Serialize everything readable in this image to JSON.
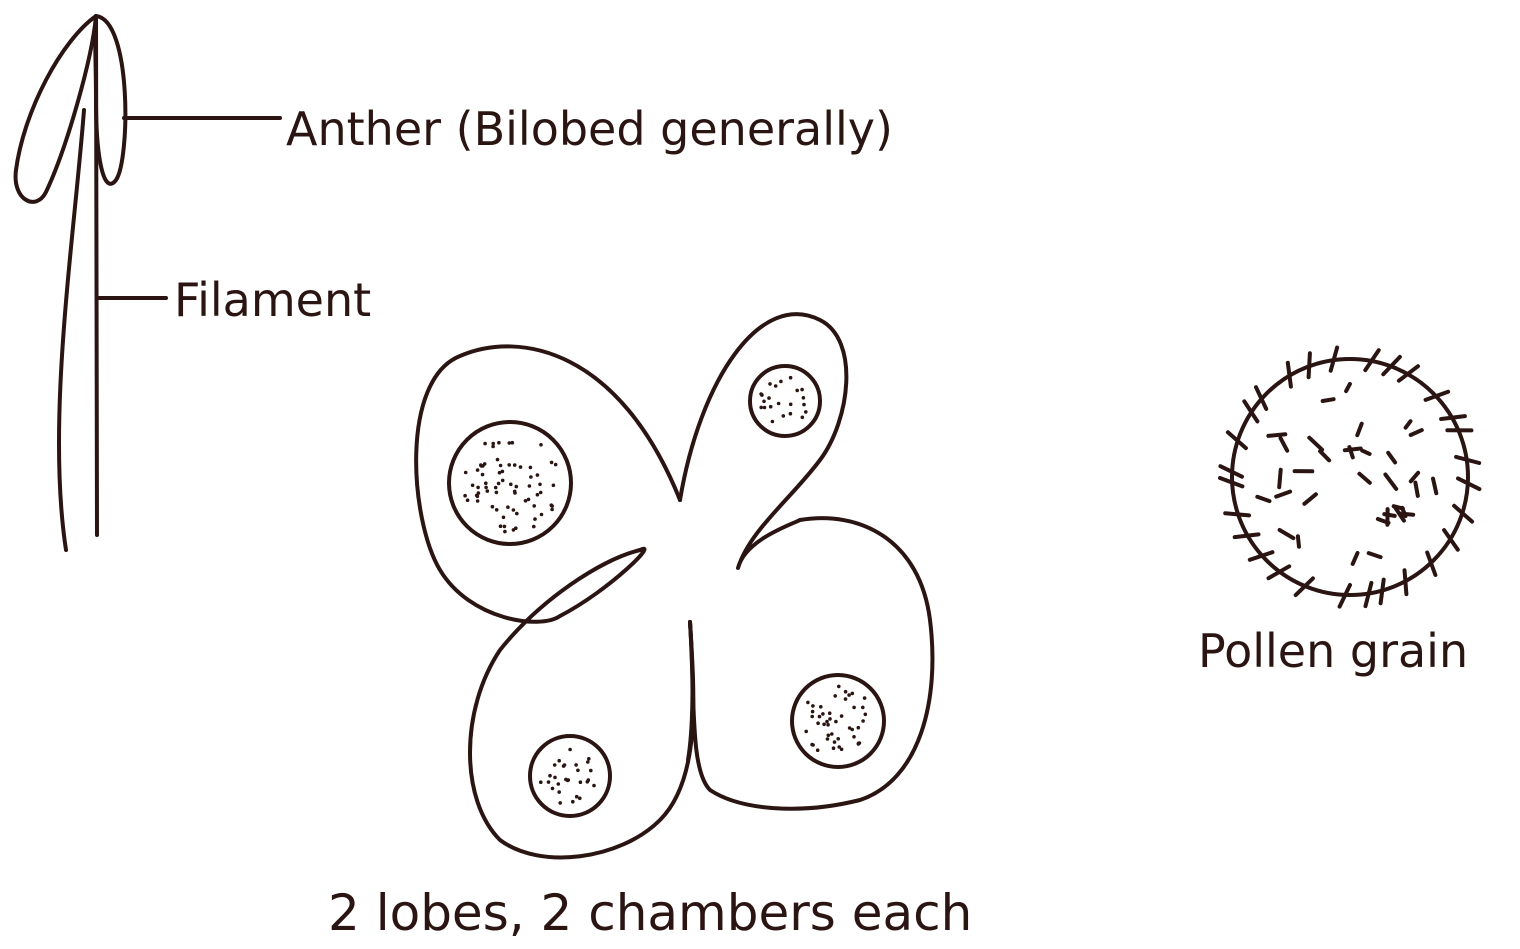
{
  "labels": {
    "anther": "Anther (Bilobed generally)",
    "filament": "Filament",
    "pollen_grain": "Pollen grain",
    "caption": "2 lobes, 2 chambers each"
  },
  "colors": {
    "ink": "#2a1512",
    "background": "#ffffff"
  }
}
